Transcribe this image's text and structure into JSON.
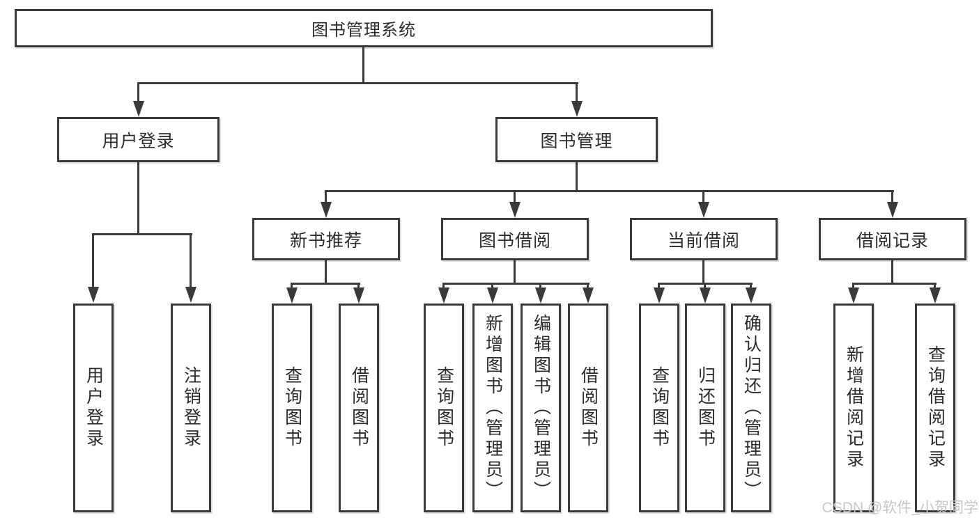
{
  "diagram": {
    "root": {
      "label": "图书管理系统"
    },
    "login": {
      "label": "用户登录",
      "children": [
        {
          "label": "用户登录"
        },
        {
          "label": "注销登录"
        }
      ]
    },
    "management": {
      "label": "图书管理",
      "sections": [
        {
          "label": "新书推荐",
          "children": [
            {
              "label": "查询图书"
            },
            {
              "label": "借阅图书"
            }
          ]
        },
        {
          "label": "图书借阅",
          "children": [
            {
              "label": "查询图书"
            },
            {
              "label": "新增图书（管理员）"
            },
            {
              "label": "编辑图书（管理员）"
            },
            {
              "label": "借阅图书"
            }
          ]
        },
        {
          "label": "当前借阅",
          "children": [
            {
              "label": "查询图书"
            },
            {
              "label": "归还图书"
            },
            {
              "label": "确认归还（管理员）"
            }
          ]
        },
        {
          "label": "借阅记录",
          "children": [
            {
              "label": "新增借阅记录"
            },
            {
              "label": "查询借阅记录"
            }
          ]
        }
      ]
    }
  },
  "watermark": {
    "text": "CSDN @软件_小贺同学"
  },
  "colors": {
    "line": "#3a3a3a",
    "text": "#2b2b2b",
    "watermark": "#c6c6c6",
    "background": "#ffffff"
  }
}
